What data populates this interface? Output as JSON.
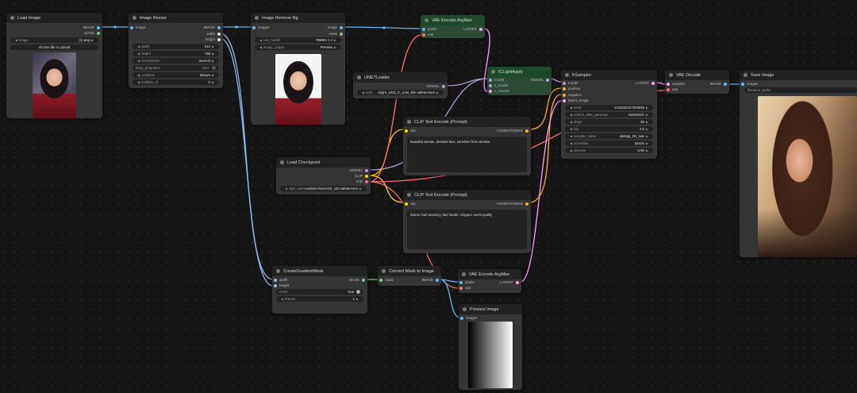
{
  "colors": {
    "image": "#64b5f6",
    "mask": "#81c784",
    "latent": "#ff9cf9",
    "vae": "#ff6e6e",
    "clip": "#ffd500",
    "conditioning": "#ffa931",
    "model": "#b39ddb",
    "int": "#dddddd"
  },
  "nodes": {
    "load_image": {
      "title": "Load Image",
      "outputs": [
        "IMAGE",
        "MASK"
      ],
      "image_label": "image",
      "image_value": "(1).png",
      "upload_label": "choose file to upload"
    },
    "image_resize": {
      "title": "Image Resize",
      "inputs": [
        "image"
      ],
      "outputs": [
        "IMAGE",
        "width",
        "height"
      ],
      "widgets": [
        {
          "label": "width",
          "value": "512"
        },
        {
          "label": "height",
          "value": "768"
        },
        {
          "label": "interpolation",
          "value": "nearest"
        },
        {
          "label": "keep_proportion",
          "value": "false"
        },
        {
          "label": "condition",
          "value": "always"
        },
        {
          "label": "multiple_of",
          "value": "0"
        }
      ]
    },
    "image_remove_bg": {
      "title": "Image Remove Bg",
      "inputs": [
        "images"
      ],
      "outputs": [
        "image",
        "mask"
      ],
      "widgets": [
        {
          "label": "use_model",
          "value": "RMBG-1.4"
        },
        {
          "label": "image_output",
          "value": "Preview"
        }
      ]
    },
    "vae_encode_top": {
      "title": "VAE Encode ArgMax",
      "inputs": [
        "pixels",
        "vae"
      ],
      "outputs": [
        "LATENT"
      ]
    },
    "unet_loader": {
      "title": "UNETLoader",
      "outputs": [
        "MODEL"
      ],
      "widgets": [
        {
          "label": "unet",
          "value": "iclight_sd15_fc_unet_ldm.safetensors"
        }
      ]
    },
    "iclight_apply": {
      "title": "ICLightApply",
      "inputs": [
        "model",
        "c_model",
        "c_concat"
      ],
      "outputs": [
        "MODEL"
      ]
    },
    "ksampler": {
      "title": "KSampler",
      "inputs": [
        "model",
        "positive",
        "negative",
        "latent_image"
      ],
      "outputs": [
        "LATENT"
      ],
      "widgets": [
        {
          "label": "seed",
          "value": "1011833107975038"
        },
        {
          "label": "control_after_generate",
          "value": "randomize"
        },
        {
          "label": "steps",
          "value": "25"
        },
        {
          "label": "cfg",
          "value": "2.0"
        },
        {
          "label": "sampler_name",
          "value": "dpmpp_2m_sde"
        },
        {
          "label": "scheduler",
          "value": "karras"
        },
        {
          "label": "denoise",
          "value": "0.90"
        }
      ]
    },
    "vae_decode": {
      "title": "VAE Decode",
      "inputs": [
        "samples",
        "vae"
      ],
      "outputs": [
        "IMAGE"
      ]
    },
    "save_image": {
      "title": "Save Image",
      "inputs": [
        "images"
      ],
      "widgets": [
        {
          "label": "filename_prefix",
          "value": ""
        }
      ]
    },
    "clip_pos": {
      "title": "CLIP Text Encode (Prompt)",
      "inputs": [
        "clip"
      ],
      "outputs": [
        "CONDITIONING"
      ],
      "text": "beautiful woman, detailed face, sunshine from window"
    },
    "clip_neg": {
      "title": "CLIP Text Encode (Prompt)",
      "inputs": [
        "clip"
      ],
      "outputs": [
        "CONDITIONING"
      ],
      "text": "lowres, bad anatomy, bad hands, cropped, worst quality"
    },
    "load_checkpoint": {
      "title": "Load Checkpoint",
      "outputs": [
        "MODEL",
        "CLIP",
        "VAE"
      ],
      "widgets": [
        {
          "label": "ckpt_name",
          "value": "realisticVisionV20_v20.safetensors"
        }
      ]
    },
    "create_gradient_mask": {
      "title": "CreateGradientMask",
      "inputs": [
        "width",
        "height"
      ],
      "outputs": [
        "MASK"
      ],
      "widgets": [
        {
          "label": "invert",
          "value": "true"
        },
        {
          "label": "frames",
          "value": "1"
        }
      ]
    },
    "convert_mask": {
      "title": "Convert Mask to Image",
      "inputs": [
        "mask"
      ],
      "outputs": [
        "IMAGE"
      ]
    },
    "vae_encode_bottom": {
      "title": "VAE Encode ArgMax",
      "inputs": [
        "pixels",
        "vae"
      ],
      "outputs": [
        "LATENT"
      ]
    },
    "preview_image": {
      "title": "Preview Image",
      "inputs": [
        "images"
      ]
    }
  }
}
